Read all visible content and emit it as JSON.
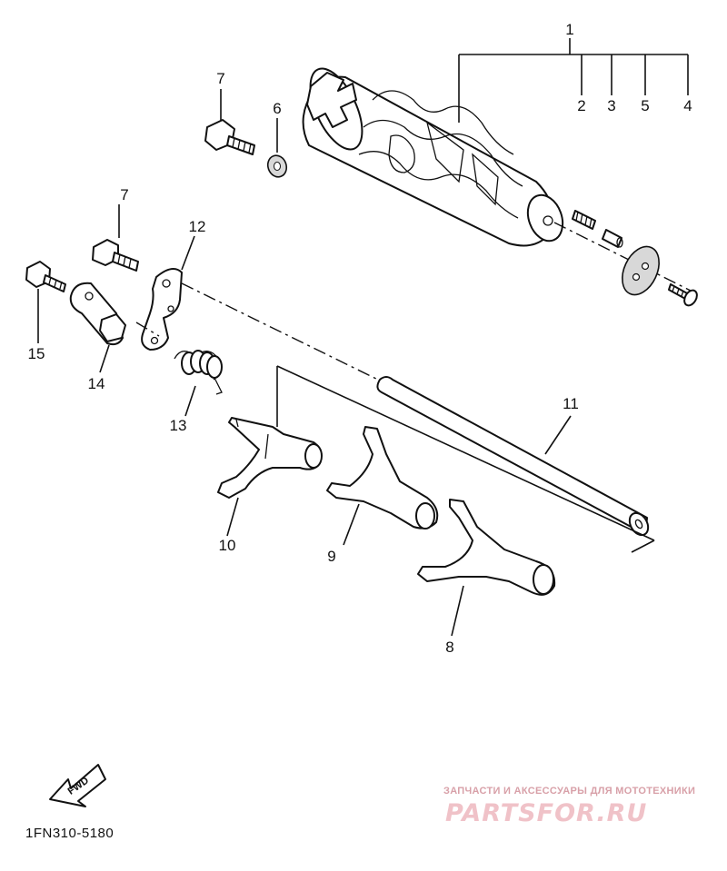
{
  "diagram": {
    "callouts": {
      "c1": "1",
      "c2": "2",
      "c3": "3",
      "c4": "4",
      "c5": "5",
      "c6": "6",
      "c7a": "7",
      "c7b": "7",
      "c8": "8",
      "c9": "9",
      "c10": "10",
      "c11": "11",
      "c12": "12",
      "c13": "13",
      "c14": "14",
      "c15": "15"
    },
    "fwd_label": "FWD",
    "part_code": "1FN310-5180"
  },
  "watermark": {
    "tagline": "ЗАПЧАСТИ И АКСЕССУАРЫ ДЛЯ МОТОТЕХНИКИ",
    "logo": "PARTSFOR.RU",
    "color": "#f0c2c8"
  },
  "icons": {
    "fwd_arrow": "forward-arrow-icon"
  }
}
